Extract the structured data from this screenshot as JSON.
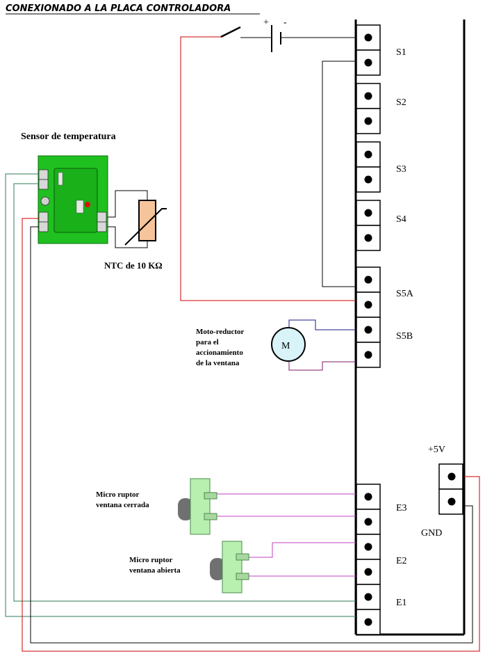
{
  "title": "CONEXIONADO A LA PLACA CONTROLADORA",
  "battery": {
    "plus": "+",
    "minus": "-"
  },
  "outputs": [
    "S1",
    "S2",
    "S3",
    "S4",
    "S5A",
    "S5B"
  ],
  "inputs": [
    "E3",
    "E2",
    "E1"
  ],
  "power": {
    "vcc": "+5V",
    "gnd": "GND"
  },
  "sensor": {
    "title": "Sensor de temperatura",
    "ntc": "NTC de 10 KΩ"
  },
  "motor": {
    "symbol": "M",
    "lines": [
      "Moto-reductor",
      "para el",
      "accionamiento",
      "de la ventana"
    ]
  },
  "switch_closed": {
    "lines": [
      "Micro ruptor",
      "ventana cerrada"
    ]
  },
  "switch_open": {
    "lines": [
      "Micro ruptor",
      "ventana abierta"
    ]
  },
  "colors": {
    "red": "#cc0000",
    "green": "#2e7d55",
    "blue": "#1a1a8c",
    "purple": "#7a1a6a",
    "magenta": "#c040c0",
    "board": "#1fc01f",
    "ntc": "#f5c49a",
    "motor": "#d8f4f8",
    "switch": "#b8f0b0"
  }
}
